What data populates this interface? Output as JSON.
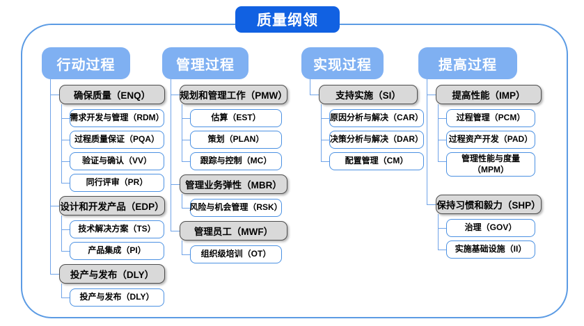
{
  "title": "质量纲领",
  "colors": {
    "title_bg": "#1161e2",
    "column_header_bg": "#7fb0f2",
    "section_fill": "#d9d9d9",
    "section_border": "#4d4d4d",
    "leaf_border": "#4a90e2",
    "connector_line": "#6fa3e8",
    "frame_border": "#5b9be4",
    "text_on_blue": "#ffffff",
    "text": "#000000"
  },
  "columns": [
    {
      "label": "行动过程",
      "sections": [
        {
          "label": "确保质量（ENQ）",
          "children": [
            "需求开发与管理（RDM）",
            "过程质量保证（PQA）",
            "验证与确认（VV）",
            "同行评审（PR）"
          ]
        },
        {
          "label": "设计和开发产品（EDP）",
          "children": [
            "技术解决方案（TS）",
            "产品集成（PI）"
          ]
        },
        {
          "label": "投产与发布（DLY）",
          "children": [
            "投产与发布（DLY）"
          ]
        }
      ]
    },
    {
      "label": "管理过程",
      "sections": [
        {
          "label": "规划和管理工作（PMW）",
          "children": [
            "估算（EST）",
            "策划（PLAN）",
            "跟踪与控制（MC）"
          ]
        },
        {
          "label": "管理业务弹性（MBR）",
          "children": [
            "风险与机会管理（RSK）"
          ]
        },
        {
          "label": "管理员工（MWF）",
          "children": [
            "组织级培训（OT）"
          ]
        }
      ]
    },
    {
      "label": "实现过程",
      "sections": [
        {
          "label": "支持实施（SI）",
          "children": [
            "原因分析与解决（CAR）",
            "决策分析与解决（DAR）",
            "配置管理（CM）"
          ]
        }
      ]
    },
    {
      "label": "提高过程",
      "sections": [
        {
          "label": "提高性能（IMP）",
          "children": [
            "过程管理（PCM）",
            "过程资产开发（PAD）",
            "管理性能与度量（MPM）"
          ]
        },
        {
          "label": "保持习惯和毅力（SHP）",
          "children": [
            "治理（GOV）",
            "实施基础设施（II）"
          ]
        }
      ]
    }
  ]
}
